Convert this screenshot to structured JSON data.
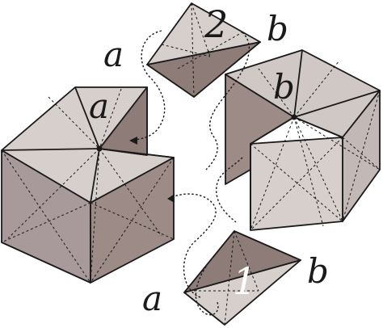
{
  "labels": {
    "top_piece_number": "2",
    "top_piece_vertex_left": "a",
    "top_piece_vertex_right": "b",
    "left_solid_vertex": "a",
    "right_solid_vertex": "b",
    "bottom_piece_number": "1",
    "bottom_piece_vertex_left": "a",
    "bottom_piece_vertex_right": "b"
  },
  "colors": {
    "face_light": "#d6cfcc",
    "face_mid": "#b3a6a2",
    "face_dark": "#8d7c78",
    "stroke": "#1a1a1a",
    "number_on_dark": "#ffffff"
  }
}
